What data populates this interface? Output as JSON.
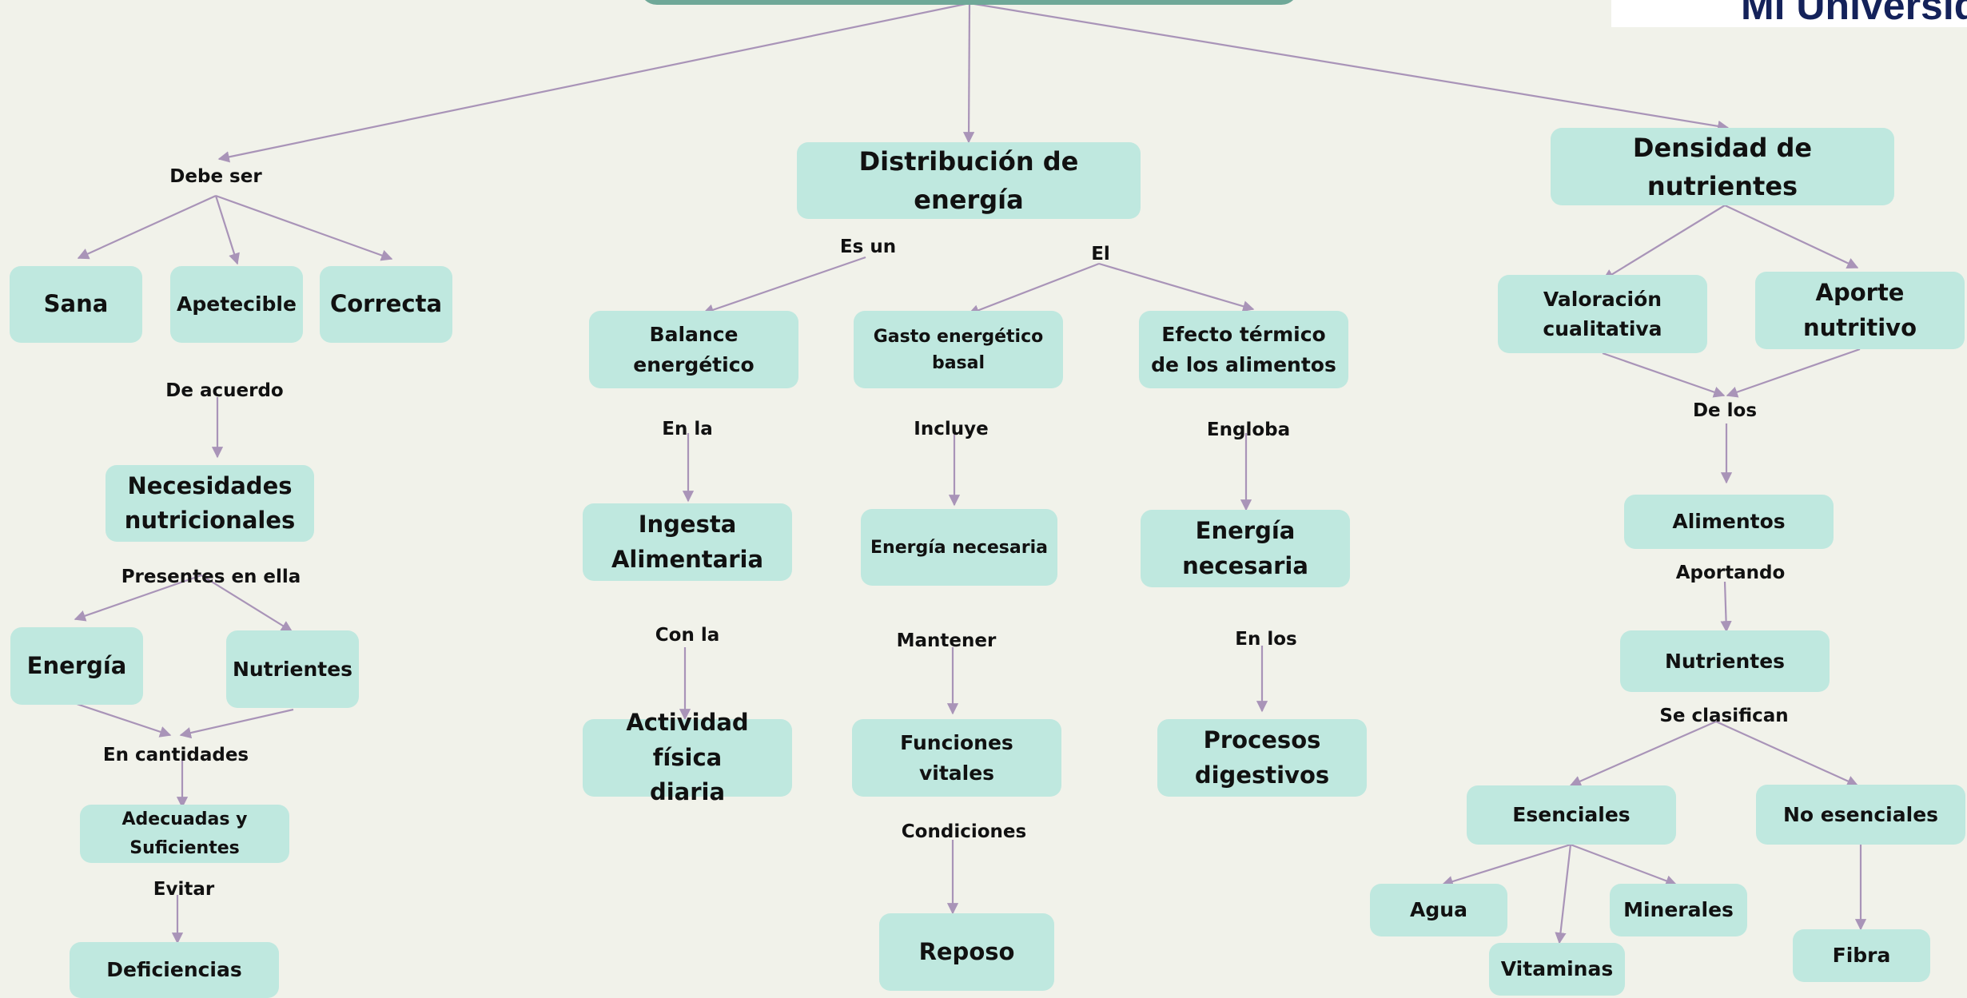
{
  "header": {
    "logo_text": "Mi Universida"
  },
  "nodes": {
    "distribucion": "Distribución de energía",
    "densidad": "Densidad de nutrientes",
    "sana": "Sana",
    "apetecible": "Apetecible",
    "correcta": "Correcta",
    "necesidades_1": "Necesidades",
    "necesidades_2": "nutricionales",
    "energia": "Energía",
    "nutrientes_left": "Nutrientes",
    "adecuadas_1": "Adecuadas y",
    "adecuadas_2": "Suficientes",
    "deficiencias": "Deficiencias",
    "balance_1": "Balance",
    "balance_2": "energético",
    "gasto_1": "Gasto energético",
    "gasto_2": "basal",
    "efecto_1": "Efecto térmico",
    "efecto_2": "de los alimentos",
    "ingesta_1": "Ingesta",
    "ingesta_2": "Alimentaria",
    "energia_necesaria_mid": "Energía necesaria",
    "energia_necesaria_right_1": "Energía",
    "energia_necesaria_right_2": "necesaria",
    "actividad_1": "Actividad física",
    "actividad_2": "diaria",
    "funciones": "Funciones vitales",
    "procesos_1": "Procesos",
    "procesos_2": "digestivos",
    "reposo": "Reposo",
    "valoracion_1": "Valoración",
    "valoracion_2": "cualitativa",
    "aporte": "Aporte nutritivo",
    "alimentos": "Alimentos",
    "nutrientes_right": "Nutrientes",
    "esenciales": "Esenciales",
    "no_esenciales": "No esenciales",
    "agua": "Agua",
    "minerales": "Minerales",
    "vitaminas": "Vitaminas",
    "fibra": "Fibra"
  },
  "labels": {
    "debe_ser": "Debe ser",
    "de_acuerdo": "De acuerdo",
    "presentes": "Presentes en ella",
    "en_cantidades": "En cantidades",
    "evitar": "Evitar",
    "es_un": "Es un",
    "el": "El",
    "en_la": "En la",
    "incluye": "Incluye",
    "engloba": "Engloba",
    "con_la": "Con la",
    "mantener": "Mantener",
    "en_los": "En los",
    "condiciones": "Condiciones",
    "de_los": "De los",
    "aportando": "Aportando",
    "se_clasifican": "Se clasifican"
  },
  "colors": {
    "background": "#f1f2ea",
    "node_fill": "#bfe8df",
    "root_fill": "#6fa898",
    "connector": "#a994b8",
    "logo_text": "#14225a"
  }
}
